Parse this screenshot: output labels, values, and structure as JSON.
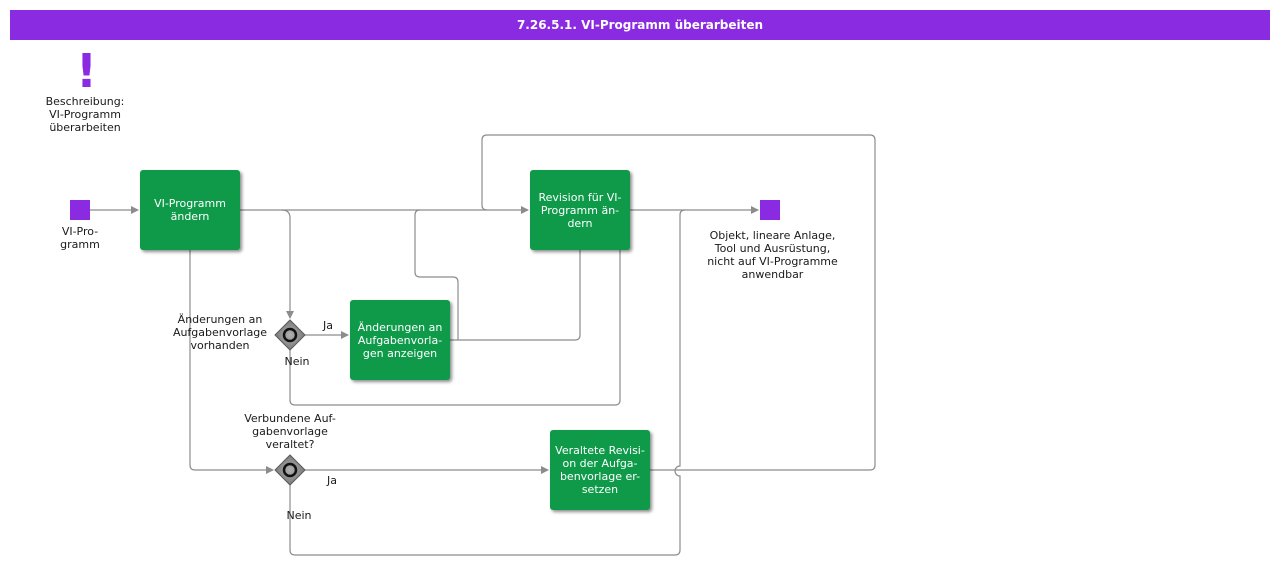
{
  "title": "7.26.5.1. VI-Programm überarbeiten",
  "description": {
    "icon": "exclamation-icon",
    "label": "Beschreibung:\nVI-Programm\nüberarbeiten"
  },
  "start_event": {
    "label": "VI-Pro-\ngramm"
  },
  "end_event": {
    "label": "Objekt, lineare Anlage,\nTool und Ausrüstung,\nnicht auf VI-Programme\nanwendbar"
  },
  "tasks": {
    "change": "VI-Programm\nändern",
    "revision": "Revision für VI-\nProgramm än-\ndern",
    "show_changes": "Änderungen an\nAufgabenvorla-\ngen anzeigen",
    "replace": "Veraltete Revisi-\non der Aufga-\nbenvorlage er-\nsetzen"
  },
  "gateways": {
    "g1": {
      "question": "Änderungen an\nAufgabenvorlage\nvorhanden",
      "yes": "Ja",
      "no": "Nein"
    },
    "g2": {
      "question": "Verbundene Auf-\ngabenvorlage\nveraltet?",
      "yes": "Ja",
      "no": "Nein"
    }
  },
  "colors": {
    "title_bg": "#8a2be2",
    "event": "#8a2be2",
    "task": "#0f9a4a",
    "line": "#8c8c8c"
  }
}
